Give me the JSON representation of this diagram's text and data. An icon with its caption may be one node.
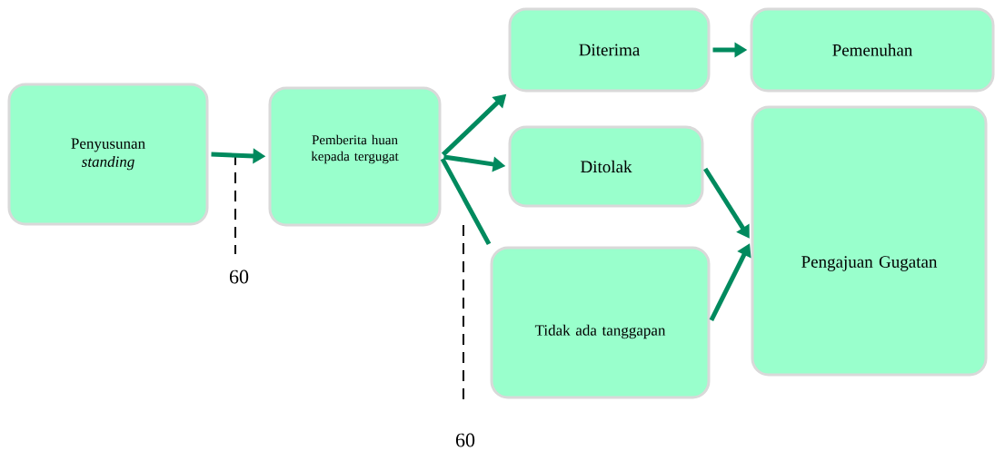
{
  "diagram": {
    "nodes": [
      {
        "text": [
          "Penyusunan *standing*"
        ]
      },
      {
        "text": [
          "Pemberita huan kepada tergugat"
        ]
      },
      {
        "text": [
          "Diterima"
        ]
      },
      {
        "text": [
          "Pemenuhan"
        ]
      },
      {
        "text": [
          "Ditolak"
        ]
      },
      {
        "text": [
          "Pengajuan Gugatan"
        ]
      },
      {
        "text": [
          "Tidak ada tanggapan"
        ]
      }
    ],
    "edges": [
      {
        "from": 0,
        "to": 1,
        "arrow": "to"
      },
      {
        "from": 1,
        "to": 2,
        "arrow": "to"
      },
      {
        "from": 1,
        "to": 4,
        "arrow": "to"
      },
      {
        "from": 1,
        "to": 6,
        "arrow": "none"
      },
      {
        "from": 2,
        "to": 3,
        "arrow": "to"
      },
      {
        "from": 4,
        "to": 5,
        "arrow": "to"
      },
      {
        "from": 6,
        "to": 5,
        "arrow": "to"
      }
    ],
    "labels": [
      "60",
      "60"
    ]
  }
}
